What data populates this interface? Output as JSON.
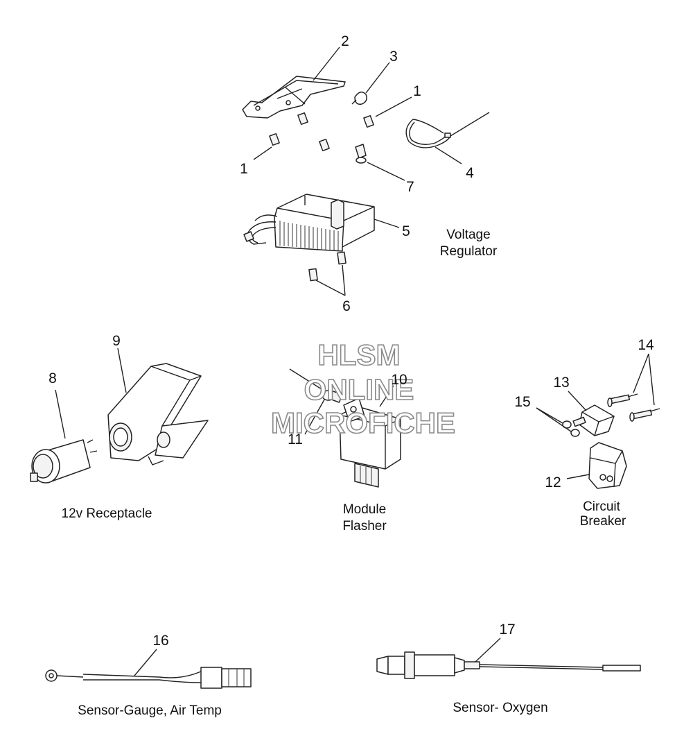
{
  "callouts": {
    "c1a": "1",
    "c1b": "1",
    "c2": "2",
    "c3": "3",
    "c4": "4",
    "c5": "5",
    "c6": "6",
    "c7": "7",
    "c8": "8",
    "c9": "9",
    "c10": "10",
    "c11": "11",
    "c12": "12",
    "c13": "13",
    "c14": "14",
    "c15": "15",
    "c16": "16",
    "c17": "17"
  },
  "captions": {
    "voltage_regulator_line1": "Voltage",
    "voltage_regulator_line2": "Regulator",
    "receptacle": "12v Receptacle",
    "module_flasher_line1": "Module",
    "module_flasher_line2": "Flasher",
    "circuit_breaker_line1": "Circuit",
    "circuit_breaker_line2": "Breaker",
    "sensor_gauge": "Sensor-Gauge, Air Temp",
    "sensor_oxygen": "Sensor- Oxygen"
  },
  "watermark": {
    "line1": "HLSM",
    "line2": "ONLINE",
    "line3": "MICROFICHE"
  }
}
